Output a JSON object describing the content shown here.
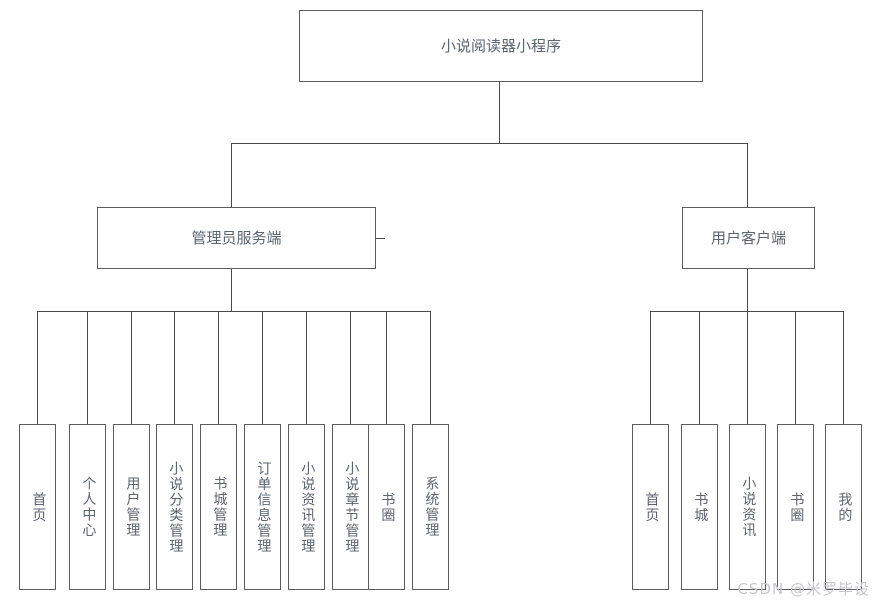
{
  "diagram": {
    "title": "小说阅读器小程序",
    "root": {
      "label": "小说阅读器小程序"
    },
    "branches": [
      {
        "id": "admin",
        "label": "管理员服务端"
      },
      {
        "id": "client",
        "label": "用户客户端"
      }
    ],
    "admin_children": [
      {
        "label": "首页"
      },
      {
        "label": "个人中心"
      },
      {
        "label": "用户管理"
      },
      {
        "label": "小说分类管理"
      },
      {
        "label": "书城管理"
      },
      {
        "label": "订单信息管理"
      },
      {
        "label": "小说资讯管理"
      },
      {
        "label": "小说章节管理"
      },
      {
        "label": "书圈"
      },
      {
        "label": "系统管理"
      }
    ],
    "client_children": [
      {
        "label": "首页"
      },
      {
        "label": "书城"
      },
      {
        "label": "小说资讯"
      },
      {
        "label": "书圈"
      },
      {
        "label": "我的"
      }
    ],
    "watermark": "CSDN @米罗毕设",
    "colors": {
      "background": "#ffffff",
      "box_border": "#5c5c5c",
      "connector": "#4a4a4a",
      "text": "#5b6472",
      "watermark": "#c8c8cc"
    }
  }
}
